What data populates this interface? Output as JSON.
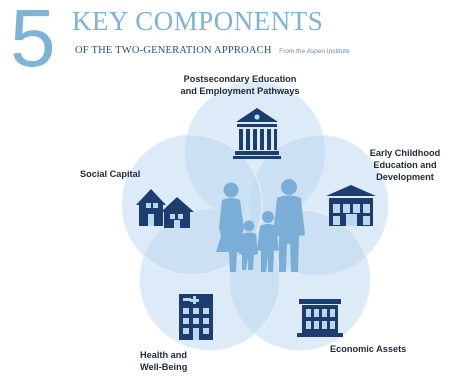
{
  "header": {
    "number": "5",
    "title": "KEY COMPONENTS",
    "subtitle": "OF THE TWO-GENERATION APPROACH",
    "credit": "From the Aspen Institute"
  },
  "components": [
    {
      "label_lines": [
        "Postsecondary Education",
        "and Employment Pathways"
      ],
      "icon": "university-building-icon"
    },
    {
      "label_lines": [
        "Early Childhood",
        "Education and",
        "Development"
      ],
      "icon": "school-building-icon"
    },
    {
      "label_lines": [
        "Economic Assets"
      ],
      "icon": "bank-building-icon"
    },
    {
      "label_lines": [
        "Health and",
        "Well-Being"
      ],
      "icon": "hospital-building-icon"
    },
    {
      "label_lines": [
        "Social Capital"
      ],
      "icon": "neighborhood-houses-icon"
    }
  ],
  "center": {
    "icon": "family-silhouette-icon"
  },
  "colors": {
    "circle_fill": "#bcd8ef",
    "circle_stroke": "#dbeaf6",
    "icon_dark": "#1c3d6e",
    "family": "#7aaed6",
    "title": "#7db2d9"
  }
}
